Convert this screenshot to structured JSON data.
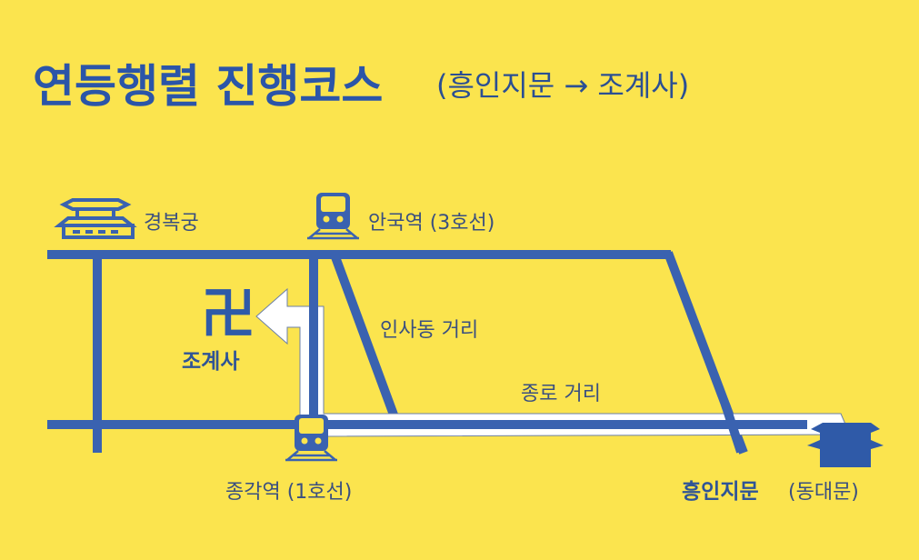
{
  "title": {
    "main": "연등행렬 진행코스",
    "route": "(흥인지문 → 조계사)"
  },
  "map": {
    "landmarks": {
      "gyeongbokgung": "경복궁",
      "anguk_station": "안국역 (3호선)",
      "jogyesa": "조계사",
      "jonggak_station": "종각역 (1호선)",
      "heunginjimun": "흥인지문",
      "heunginjimun_alt": "(동대문)",
      "temple_symbol": "卍"
    },
    "streets": {
      "insadong": "인사동 거리",
      "jongno": "종로 거리"
    }
  },
  "colors": {
    "background": "#fbe44e",
    "road": "#3a62b0",
    "route": "#ffffff",
    "text": "#2b55a8"
  }
}
